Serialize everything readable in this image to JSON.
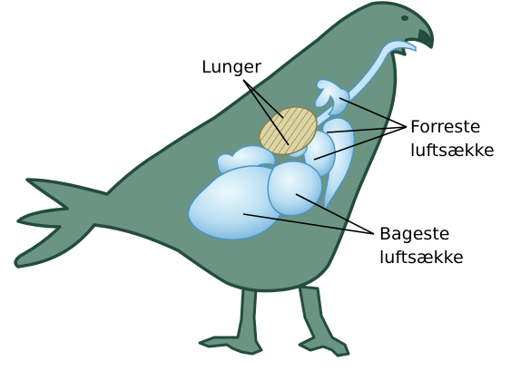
{
  "labels": {
    "lungs": "Lunger",
    "anterior_line1": "Forreste",
    "anterior_line2": "luftsække",
    "posterior_line1": "Bageste",
    "posterior_line2": "luftsække"
  },
  "colors": {
    "body_fill": "#6b9483",
    "body_outline": "#234c3c",
    "air_sac_light": "#e4f3fb",
    "air_sac_mid": "#a7d4ee",
    "air_sac_dark": "#4a94c8",
    "lung_fill": "#d9d19c",
    "lung_hatch": "#8a7f4a",
    "leader_line": "#000000"
  },
  "icons": {
    "bird": "bird-silhouette-icon"
  }
}
